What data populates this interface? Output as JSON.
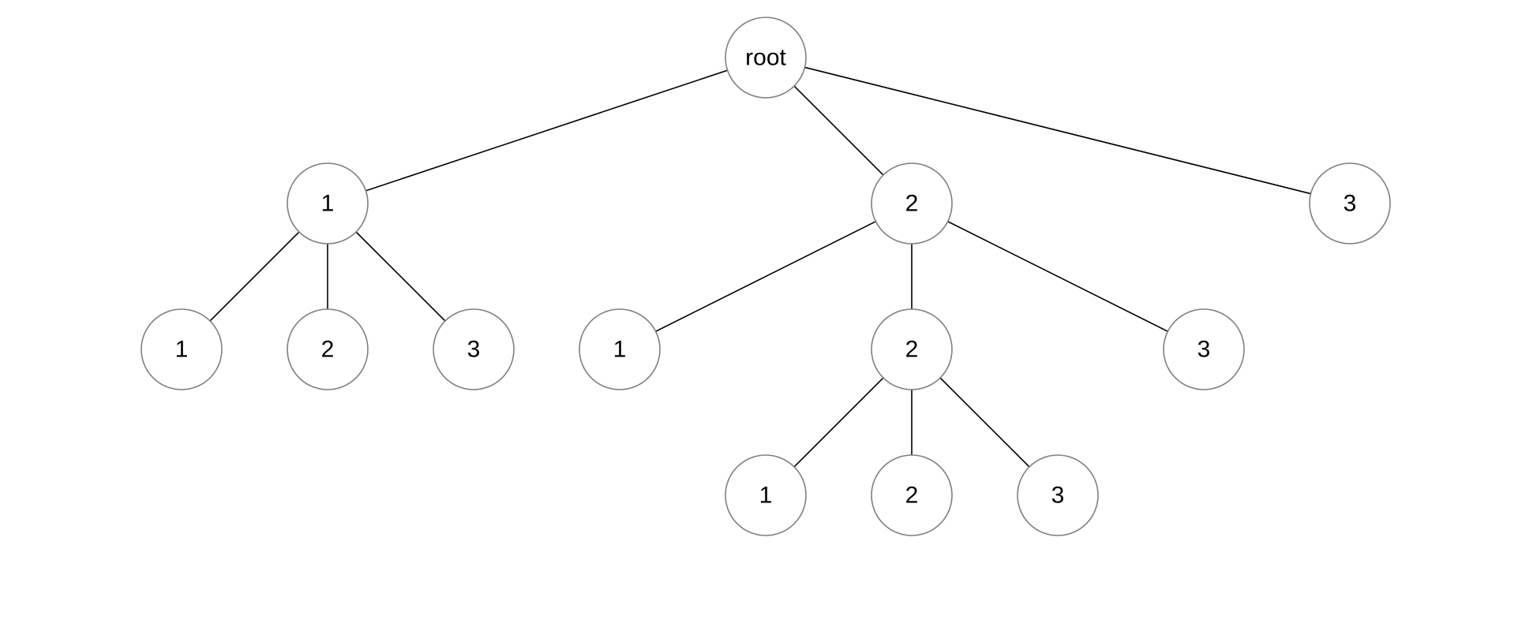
{
  "tree": {
    "colors": {
      "node_stroke": "#808080",
      "edge": "#000000",
      "label": "#000000",
      "background": "#ffffff"
    },
    "nodes": [
      {
        "id": "root",
        "label": "root"
      },
      {
        "id": "a",
        "label": "1",
        "parent": "root"
      },
      {
        "id": "b",
        "label": "2",
        "parent": "root"
      },
      {
        "id": "c",
        "label": "3",
        "parent": "root"
      },
      {
        "id": "a1",
        "label": "1",
        "parent": "a"
      },
      {
        "id": "a2",
        "label": "2",
        "parent": "a"
      },
      {
        "id": "a3",
        "label": "3",
        "parent": "a"
      },
      {
        "id": "b1",
        "label": "1",
        "parent": "b"
      },
      {
        "id": "b2",
        "label": "2",
        "parent": "b"
      },
      {
        "id": "b3",
        "label": "3",
        "parent": "b"
      },
      {
        "id": "b21",
        "label": "1",
        "parent": "b2"
      },
      {
        "id": "b22",
        "label": "2",
        "parent": "b2"
      },
      {
        "id": "b23",
        "label": "3",
        "parent": "b2"
      }
    ]
  }
}
